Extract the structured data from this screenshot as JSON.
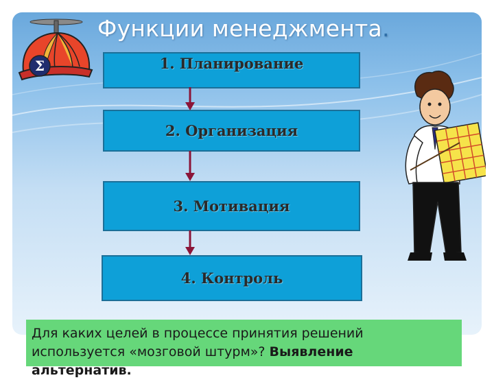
{
  "slide": {
    "title": "Функции менеджмента",
    "title_dot": "."
  },
  "steps": [
    {
      "label": "1. Планирование"
    },
    {
      "label": "2. Организация"
    },
    {
      "label": "3. Мотивация"
    },
    {
      "label": "4. Контроль"
    }
  ],
  "question": {
    "line1": "Для каких целей в процессе принятия решений",
    "line2_prefix": "используется «мозговой штурм»? ",
    "answer": "Выявление альтернатив."
  },
  "colors": {
    "step_fill": "#0ea0d8",
    "arrow": "#8b1538",
    "question_fill": "#66d77a"
  },
  "icons": [
    "propeller-cap-sigma-icon",
    "man-with-chart-icon"
  ]
}
